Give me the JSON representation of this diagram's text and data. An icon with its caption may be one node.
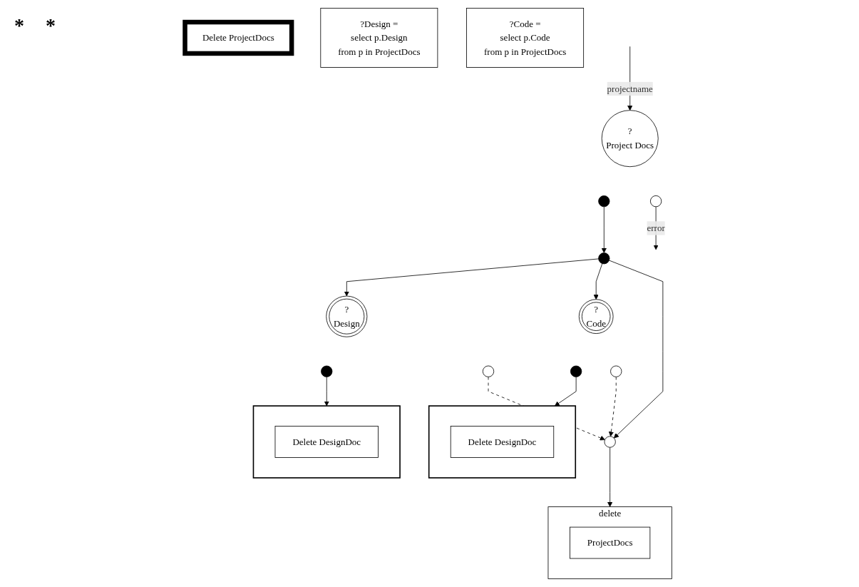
{
  "diagram": {
    "nodes": [
      {
        "text": [
          "Delete ProjectDocs"
        ]
      },
      {
        "text": [
          "?",
          "Project Docs"
        ]
      },
      {
        "text": [],
        "shape": "circle"
      },
      {
        "text": [],
        "shape": "circle"
      },
      {
        "text": [],
        "shape": "circle"
      },
      {
        "text": [
          "?",
          "Design"
        ]
      },
      {
        "text": [
          "?",
          "Code"
        ]
      },
      {
        "text": [],
        "shape": "circle"
      },
      {
        "text": [],
        "shape": "circle"
      },
      {
        "text": [],
        "shape": "circle"
      },
      {
        "text": [],
        "shape": "circle"
      },
      {
        "text": [],
        "shape": "circle"
      },
      {
        "text": [
          "delete"
        ]
      },
      {
        "text": [
          "ProjectDocs"
        ],
        "in": 12
      },
      {
        "text": [],
        "shape": "box"
      },
      {
        "text": [
          "Delete DesignDoc"
        ],
        "in": 14
      },
      {
        "text": [],
        "shape": "box"
      },
      {
        "text": [
          "Delete DesignDoc"
        ],
        "in": 16
      },
      {
        "text": [
          "?Design =",
          "select p.Design",
          "from p in ProjectDocs"
        ]
      },
      {
        "text": [
          "?Code =",
          "select p.Code",
          "from p in ProjectDocs"
        ]
      }
    ],
    "edges": [
      {
        "from": null,
        "to": 1,
        "arrow": "to",
        "label": "projectname"
      },
      {
        "from": 2,
        "to": 4,
        "arrow": "to"
      },
      {
        "from": 3,
        "to": null,
        "arrow": "to",
        "label": "error"
      },
      {
        "from": 4,
        "to": 5,
        "arrow": "to"
      },
      {
        "from": 4,
        "to": 6,
        "arrow": "to"
      },
      {
        "from": 4,
        "to": 11,
        "arrow": "to"
      },
      {
        "from": 7,
        "to": 14,
        "arrow": "to"
      },
      {
        "from": 9,
        "to": 16,
        "arrow": "to"
      },
      {
        "from": 8,
        "to": 11,
        "arrow": "to",
        "style": "dashed"
      },
      {
        "from": 10,
        "to": 11,
        "arrow": "to",
        "style": "dashed"
      },
      {
        "from": 11,
        "to": 12,
        "arrow": "to"
      }
    ],
    "labels": [
      "*",
      "*"
    ]
  }
}
